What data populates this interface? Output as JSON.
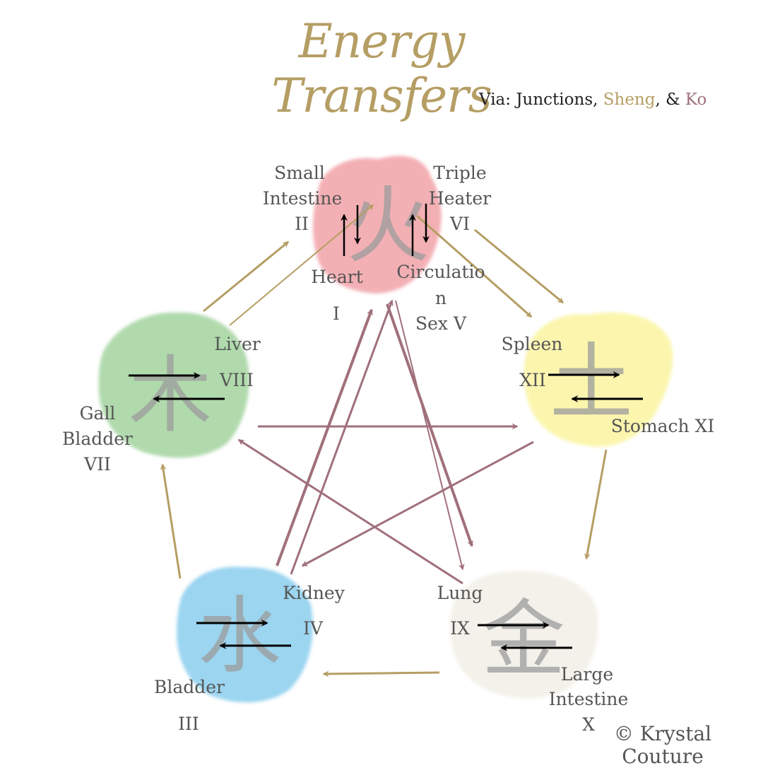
{
  "title": "Energy Transfers",
  "subtitle": {
    "prefix": "Via: Junctions, ",
    "sheng": "Sheng",
    "amp": ", & ",
    "ko": "Ko"
  },
  "colors": {
    "sheng": "#b59e64",
    "ko": "#a0707a",
    "fire": "#f2a3a8",
    "earth": "#faf3a0",
    "metal": "#f2f0e8",
    "water": "#96d3f0",
    "wood": "#a8d6a4"
  },
  "elements": {
    "fire": {
      "glyph": "火",
      "small_intestine": [
        "Small",
        "Intestine",
        "II"
      ],
      "triple_heater": [
        "Triple",
        "Heater",
        "VI"
      ],
      "heart": [
        "Heart",
        "I"
      ],
      "circulation": [
        "Circulatio",
        "n",
        "Sex V"
      ]
    },
    "earth": {
      "glyph": "土",
      "spleen": [
        "Spleen",
        "XII"
      ],
      "stomach": "Stomach XI"
    },
    "metal": {
      "glyph": "金",
      "lung": [
        "Lung",
        "IX"
      ],
      "large_intestine": [
        "Large",
        "Intestine",
        "X"
      ]
    },
    "water": {
      "glyph": "水",
      "kidney": [
        "Kidney",
        "IV"
      ],
      "bladder": [
        "Bladder",
        "III"
      ]
    },
    "wood": {
      "glyph": "木",
      "liver": [
        "Liver",
        "VIII"
      ],
      "gall_bladder": [
        "Gall",
        "Bladder",
        "VII"
      ]
    }
  },
  "copyright": [
    "© Krystal",
    "Couture"
  ]
}
